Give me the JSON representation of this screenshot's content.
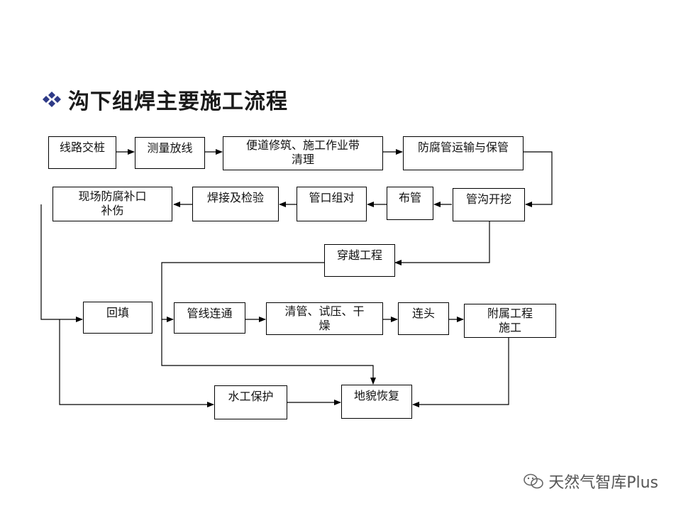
{
  "title": "沟下组焊主要施工流程",
  "accent_color": "#2e3a87",
  "bullet_icon": "diamond-cluster",
  "boxes": {
    "xianlu": "线路交桩",
    "celiang": "测量放线",
    "biandao": "便道修筑、施工作业带\n清理",
    "fangfu_yunshu": "防腐管运输与保管",
    "guangou": "管沟开挖",
    "buguan": "布管",
    "guankou": "管口组对",
    "hanjie": "焊接及检验",
    "xianchang": "现场防腐补口\n补伤",
    "chuanyue": "穿越工程",
    "huitian": "回填",
    "guanxian": "管线连通",
    "qingguan": "清管、试压、干\n燥",
    "liantou": "连头",
    "fushu": "附属工程\n施工",
    "shuigong": "水工保护",
    "dimao": "地貌恢复"
  },
  "watermark": "天然气智库Plus"
}
